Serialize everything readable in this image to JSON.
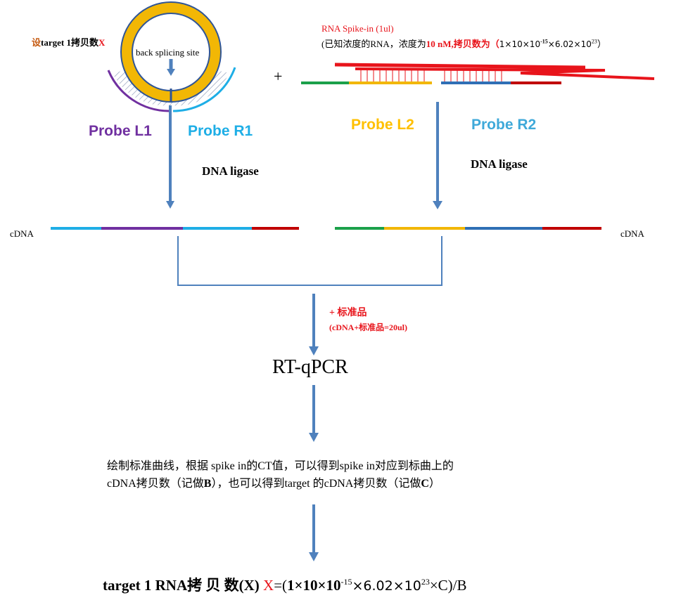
{
  "target_note": {
    "prefix": "设",
    "main": "target 1拷贝数",
    "var": "X"
  },
  "circle_label": "back splicing site",
  "plus_sign": "+",
  "spike_in": {
    "title": "RNA Spike-in (1ul)",
    "desc_prefix": "(已知浓度的RNA，浓度为",
    "desc_conc": "10  nM,拷贝数为（",
    "desc_formula_a": "1×10×10",
    "desc_exp1": "-15",
    "desc_formula_b": "×6.02×10",
    "desc_exp2": "23",
    "desc_suffix": "）"
  },
  "probes": {
    "l1": "Probe L1",
    "r1": "Probe R1",
    "l2": "Probe L2",
    "r2": "Probe R2"
  },
  "ligase": {
    "left": "DNA ligase",
    "right": "DNA ligase"
  },
  "cdna": {
    "left": "cDNA",
    "right": "cDNA"
  },
  "standard": {
    "line1": "+ 标准品",
    "line2": "(cDNA+标准品=20ul)"
  },
  "rtqpcr": "RT-qPCR",
  "curve_text": {
    "line1": "绘制标准曲线，根据 spike in的CT值，可以得到spike in对应到标曲上的",
    "line2_a": "cDNA拷贝数（记做",
    "line2_b": "B",
    "line2_c": "），也可以得到target 的cDNA拷贝数（记做",
    "line2_d": "C",
    "line2_e": "）"
  },
  "formula": {
    "lead": "target 1 RNA拷 贝 数(X)",
    "var": "X",
    "eq": "=(",
    "part1": "1×10×10",
    "exp1": "-15",
    "part2": "×6.02×10",
    "exp2": "23",
    "part3": "×C)/B"
  },
  "colors": {
    "purple": "#7030A0",
    "cyan": "#1EAEE6",
    "gold": "#F2B705",
    "red": "#E8141B",
    "dark_red": "#C00000",
    "green": "#1BA04A",
    "blue": "#2F6FB5",
    "arrow": "#4F81BD",
    "probe_l2": "#FFC000",
    "probe_r2": "#3FA9D9"
  }
}
